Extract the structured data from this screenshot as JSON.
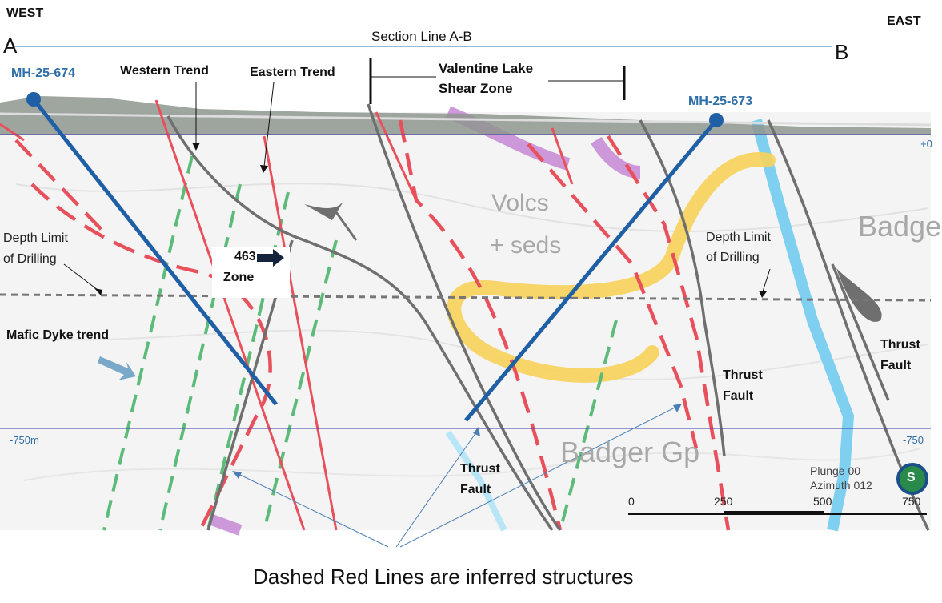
{
  "header": {
    "west": "WEST",
    "east": "EAST",
    "point_a": "A",
    "point_b": "B",
    "section_line": "Section Line A-B"
  },
  "holes": {
    "west_hole": "MH-25-674",
    "east_hole": "MH-25-673"
  },
  "labels": {
    "western_trend": "Western Trend",
    "eastern_trend": "Eastern Trend",
    "shear_zone_line1": "Valentine Lake",
    "shear_zone_line2": "Shear Zone",
    "depth_limit_line1": "Depth Limit",
    "depth_limit_line2": "of Drilling",
    "zone_line1": "463",
    "zone_line2": "Zone",
    "mafic_dyke": "Mafic Dyke trend",
    "thrust": "Thrust",
    "fault": "Fault",
    "volcs_line1": "Volcs",
    "volcs_line2": "+ seds",
    "badger_gp": "Badger Gp",
    "badger_right": "Badger",
    "depth_750_left": "-750m",
    "depth_750_right": "-750",
    "depth_plus_right": "+0",
    "plunge": "Plunge 00",
    "azimuth": "Azimuth 012",
    "compass_letter": "S"
  },
  "scale_bar": {
    "ticks": [
      "0",
      "250",
      "500",
      "750"
    ]
  },
  "caption": "Dashed Red Lines are inferred structures",
  "colors": {
    "drillhole": "#1f5fa6",
    "inferred_structure": "#e8505b",
    "dyke": "#5dbb7a",
    "fault_grey": "#6f6f6f",
    "yellow_unit": "#f7d25a",
    "purple_unit": "#c07ad0",
    "blue_unit": "#7fd0f0"
  }
}
